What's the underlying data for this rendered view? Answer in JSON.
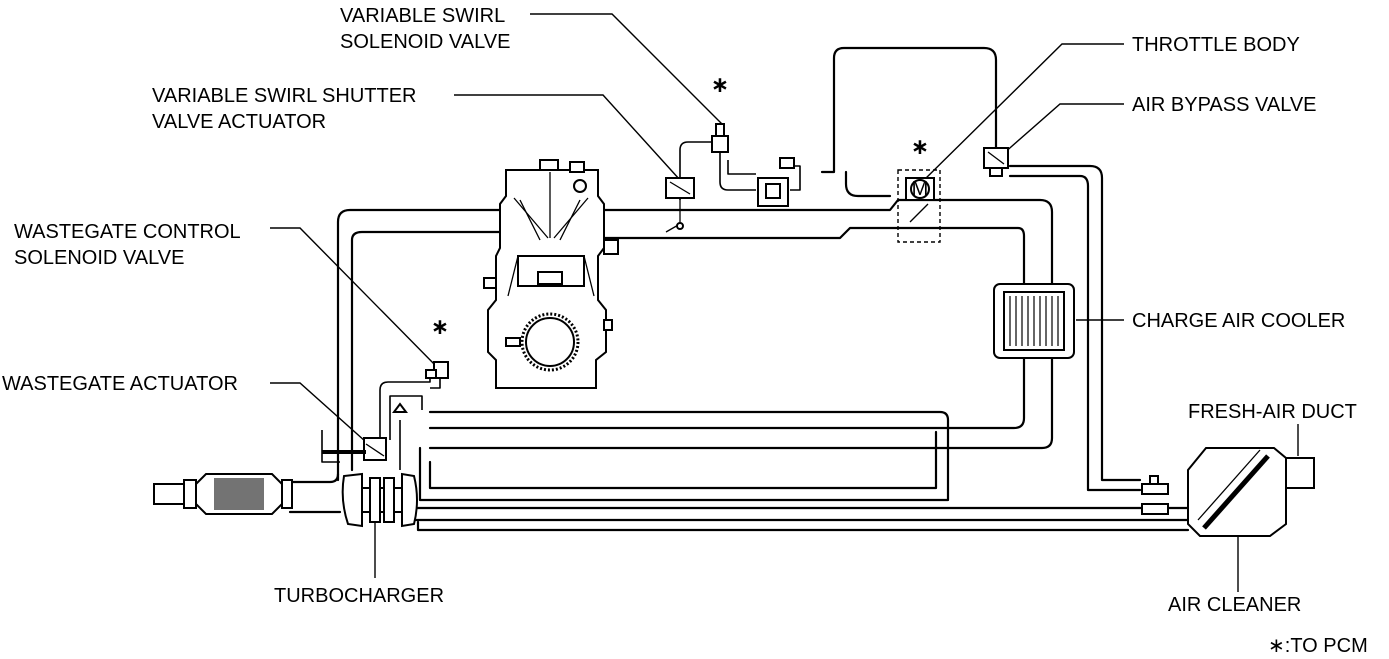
{
  "labels": {
    "variable_swirl_solenoid_valve": [
      "VARIABLE SWIRL",
      "SOLENOID VALVE"
    ],
    "variable_swirl_shutter_valve_actuator": [
      "VARIABLE SWIRL SHUTTER",
      "VALVE ACTUATOR"
    ],
    "wastegate_control_solenoid_valve": [
      "WASTEGATE CONTROL",
      "SOLENOID VALVE"
    ],
    "wastegate_actuator": "WASTEGATE ACTUATOR",
    "throttle_body": "THROTTLE BODY",
    "air_bypass_valve": "AIR BYPASS VALVE",
    "charge_air_cooler": "CHARGE AIR COOLER",
    "fresh_air_duct": "FRESH-AIR DUCT",
    "turbocharger": "TURBOCHARGER",
    "air_cleaner": "AIR CLEANER"
  },
  "markers": {
    "to_pcm_symbol": "∗",
    "legend": "∗:TO PCM",
    "motor_letter": "M"
  }
}
